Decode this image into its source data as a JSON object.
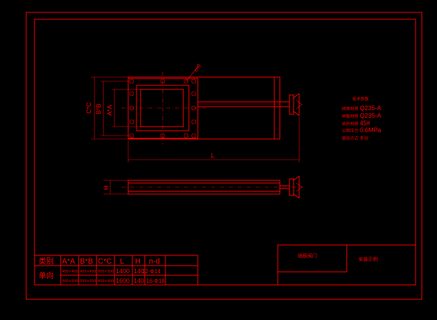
{
  "spec": {
    "title": "技术参数",
    "rows": [
      {
        "label": "阀体材质",
        "value": "Q235-A"
      },
      {
        "label": "闸板材质",
        "value": "Q235-A"
      },
      {
        "label": "丝杆材质",
        "value": "45#"
      },
      {
        "label": "公称压力",
        "value": "0.6MPa"
      },
      {
        "label": "驱动方式",
        "value": "手动"
      }
    ]
  },
  "dims": {
    "c": "C*C",
    "b": "B*B",
    "a": "A*A",
    "l": "L",
    "h": "H",
    "nd": "n-d"
  },
  "table": {
    "headers": [
      "类别",
      "A*A",
      "B*B",
      "C*C",
      "L",
      "H",
      "n-d"
    ],
    "rows": [
      {
        "type": "单向",
        "a": "400×400",
        "b": "450×450",
        "c": "500×500",
        "l": "1400",
        "h": "140",
        "nd": "12-Φ14"
      },
      {
        "type": "",
        "a": "500×500",
        "b": "550×550",
        "c": "600×600",
        "l": "1600",
        "h": "140",
        "nd": "16-Φ18"
      }
    ]
  },
  "title_block": {
    "name": "插板阀门",
    "drawing": "安装示例"
  }
}
